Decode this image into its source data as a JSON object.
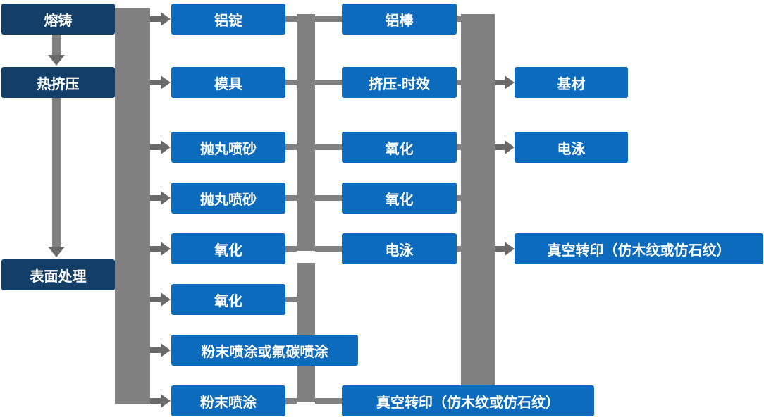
{
  "diagram": {
    "type": "flowchart",
    "language": "zh-CN",
    "columns": [
      {
        "name": "production-stages",
        "items": [
          {
            "label": "熔铸"
          },
          {
            "label": "热挤压"
          },
          {
            "label": "表面处理"
          }
        ]
      },
      {
        "name": "process-step-1",
        "items": [
          {
            "label": "铝锭"
          },
          {
            "label": "模具"
          },
          {
            "label": "抛丸喷砂"
          },
          {
            "label": "抛丸喷砂"
          },
          {
            "label": "氧化"
          },
          {
            "label": "氧化"
          },
          {
            "label": "粉末喷涂或氟碳喷涂"
          },
          {
            "label": "粉末喷涂"
          }
        ]
      },
      {
        "name": "process-step-2",
        "items": [
          {
            "label": "铝棒"
          },
          {
            "label": "挤压-时效"
          },
          {
            "label": "氧化"
          },
          {
            "label": "氧化"
          },
          {
            "label": "电泳"
          },
          {
            "label": "真空转印（仿木纹或仿石纹）"
          }
        ]
      },
      {
        "name": "process-step-3",
        "items": [
          {
            "label": "基材"
          },
          {
            "label": "电泳"
          },
          {
            "label": "真空转印（仿木纹或仿石纹）"
          }
        ]
      }
    ],
    "colors": {
      "stage-box": "#123e68",
      "process-box": "#0c6bbd",
      "connector": "#808080",
      "arrow": "#6a6a6a",
      "box-text": "#ffffff",
      "page-bg": "#ffffff"
    }
  }
}
